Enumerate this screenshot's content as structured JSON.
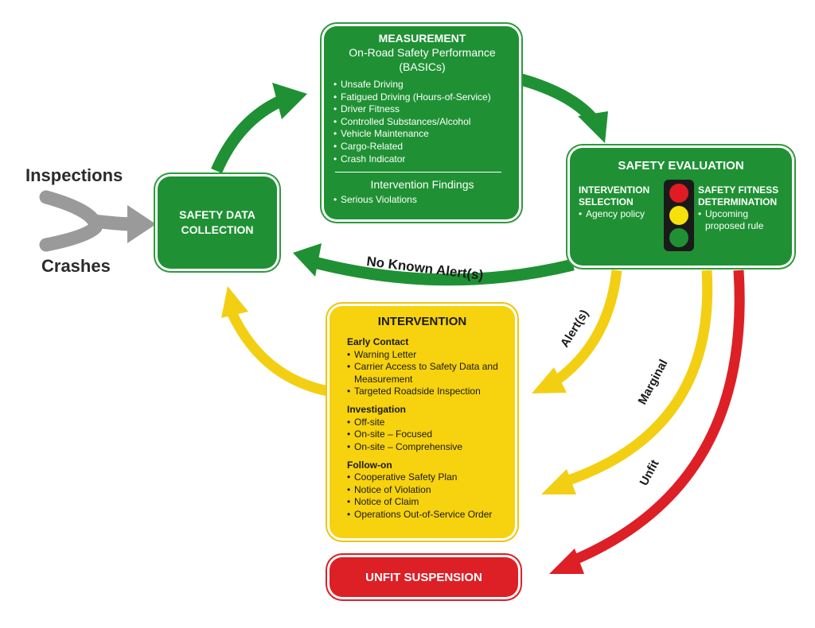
{
  "inputs": {
    "inspections": "Inspections",
    "crashes": "Crashes"
  },
  "collection": {
    "title_line1": "SAFETY DATA",
    "title_line2": "COLLECTION"
  },
  "measurement": {
    "title": "MEASUREMENT",
    "subtitle_line1": "On-Road Safety Performance",
    "subtitle_line2": "(BASICs)",
    "items": [
      "Unsafe Driving",
      "Fatigued Driving (Hours-of-Service)",
      "Driver Fitness",
      "Controlled Substances/Alcohol",
      "Vehicle Maintenance",
      "Cargo-Related",
      "Crash Indicator"
    ],
    "findings_title": "Intervention Findings",
    "findings_items": [
      "Serious Violations"
    ]
  },
  "evaluation": {
    "title": "SAFETY EVALUATION",
    "left_heading_line1": "INTERVENTION",
    "left_heading_line2": "SELECTION",
    "left_item": "Agency policy",
    "right_heading_line1": "SAFETY FITNESS",
    "right_heading_line2": "DETERMINATION",
    "right_item_line1": "Upcoming",
    "right_item_line2": "proposed rule",
    "light_colors": [
      "#e01b24",
      "#f5e10c",
      "#1f9134"
    ]
  },
  "intervention": {
    "title": "INTERVENTION",
    "groups": [
      {
        "heading": "Early Contact",
        "items": [
          "Warning Letter",
          "Carrier Access to Safety Data and Measurement",
          "Targeted Roadside Inspection"
        ]
      },
      {
        "heading": "Investigation",
        "items": [
          "Off-site",
          "On-site – Focused",
          "On-site – Comprehensive"
        ]
      },
      {
        "heading": "Follow-on",
        "items": [
          "Cooperative Safety Plan",
          "Notice of Violation",
          "Notice of Claim",
          "Operations Out-of-Service Order"
        ]
      }
    ]
  },
  "unfit": {
    "label": "UNFIT SUSPENSION"
  },
  "flow_labels": {
    "no_alert": "No Known Alert(s)",
    "alerts": "Alert(s)",
    "marginal": "Marginal",
    "unfit": "Unfit"
  },
  "colors": {
    "green": "#1f9134",
    "yellow": "#f7d20e",
    "red": "#dd1f26",
    "gray": "#9a9a9a"
  }
}
